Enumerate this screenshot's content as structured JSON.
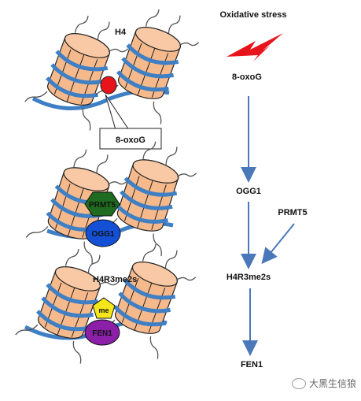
{
  "labels": {
    "h4": "H4",
    "callout": "8-oxoG",
    "prmt5_box": "PRMT5",
    "ogg1_box": "OGG1",
    "h4r3me2s_left": "H4R3me2s",
    "me": "me",
    "fen1_box": "FEN1"
  },
  "pathway": {
    "title": "Oxidative stress",
    "step1": "8-oxoG",
    "step2": "OGG1",
    "side_input": "PRMT5",
    "step3": "H4R3me2s",
    "step4": "FEN1"
  },
  "watermark": {
    "text": "大黑生信狼",
    "icon": "wechat-icon"
  },
  "colors": {
    "nucleosome": "#f5b98c",
    "dna": "#3f7fc4",
    "oxog": "#e8141c",
    "prmt5": "#1f6b1f",
    "ogg1": "#1450d6",
    "me": "#f5e61a",
    "fen1": "#8b1fa8",
    "lightning": "#e8141c",
    "arrow": "#4a78b8"
  }
}
